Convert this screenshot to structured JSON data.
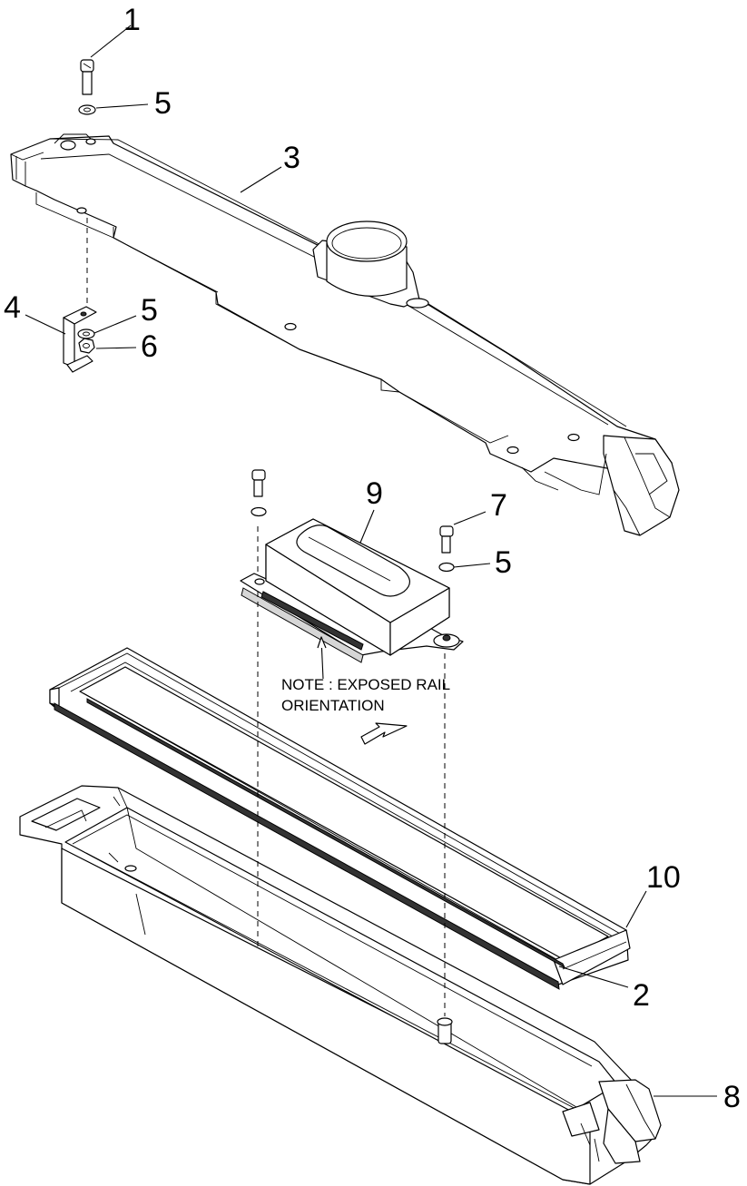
{
  "callouts": {
    "c1": "1",
    "c5a": "5",
    "c3": "3",
    "c4": "4",
    "c5b": "5",
    "c6": "6",
    "c9": "9",
    "c7": "7",
    "c5c": "5",
    "c10": "10",
    "c2": "2",
    "c8": "8"
  },
  "note": {
    "line1": "NOTE : EXPOSED RAIL",
    "line2": "ORIENTATION"
  }
}
